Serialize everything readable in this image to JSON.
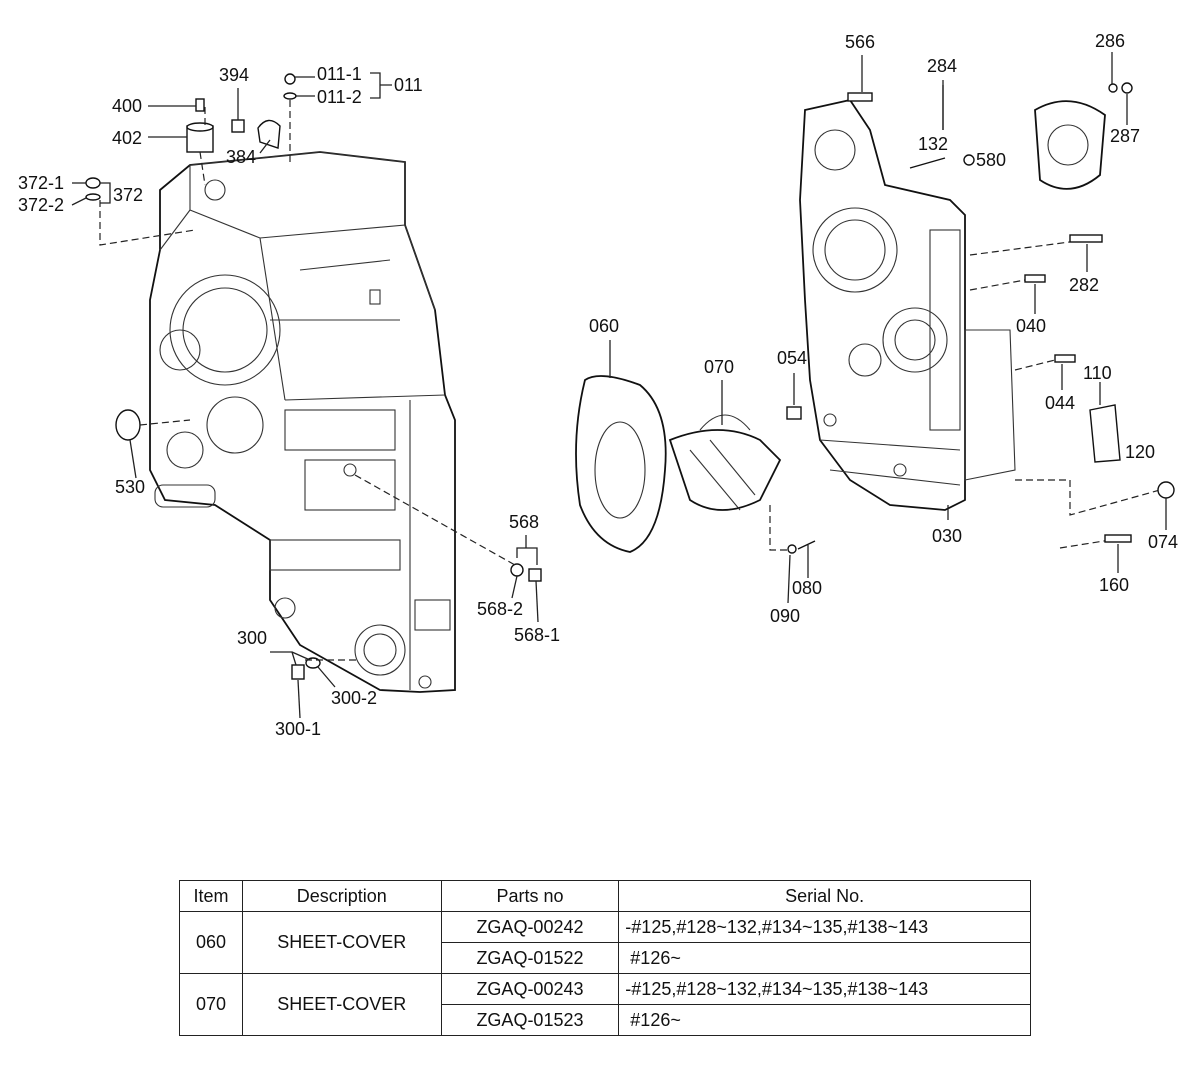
{
  "callouts": {
    "c566": "566",
    "c284": "284",
    "c286": "286",
    "c287": "287",
    "c132": "132",
    "c580": "580",
    "c282": "282",
    "c040": "040",
    "c044": "044",
    "c110": "110",
    "c120": "120",
    "c074": "074",
    "c160": "160",
    "c030": "030",
    "c054": "054",
    "c060": "060",
    "c070": "070",
    "c080": "080",
    "c090": "090",
    "c394": "394",
    "c400": "400",
    "c402": "402",
    "c384": "384",
    "c011_1": "011-1",
    "c011_2": "011-2",
    "c011": "011",
    "c372_1": "372-1",
    "c372_2": "372-2",
    "c372": "372",
    "c530": "530",
    "c568": "568",
    "c568_2": "568-2",
    "c568_1": "568-1",
    "c300": "300",
    "c300_2": "300-2",
    "c300_1": "300-1"
  },
  "table": {
    "headers": [
      "Item",
      "Description",
      "Parts no",
      "Serial No."
    ],
    "groups": [
      {
        "item": "060",
        "description": "SHEET-COVER",
        "rows": [
          {
            "part_no": "ZGAQ-00242",
            "serial": "-#125,#128~132,#134~135,#138~143"
          },
          {
            "part_no": "ZGAQ-01522",
            "serial": " #126~"
          }
        ]
      },
      {
        "item": "070",
        "description": "SHEET-COVER",
        "rows": [
          {
            "part_no": "ZGAQ-00243",
            "serial": "-#125,#128~132,#134~135,#138~143"
          },
          {
            "part_no": "ZGAQ-01523",
            "serial": " #126~"
          }
        ]
      }
    ]
  }
}
